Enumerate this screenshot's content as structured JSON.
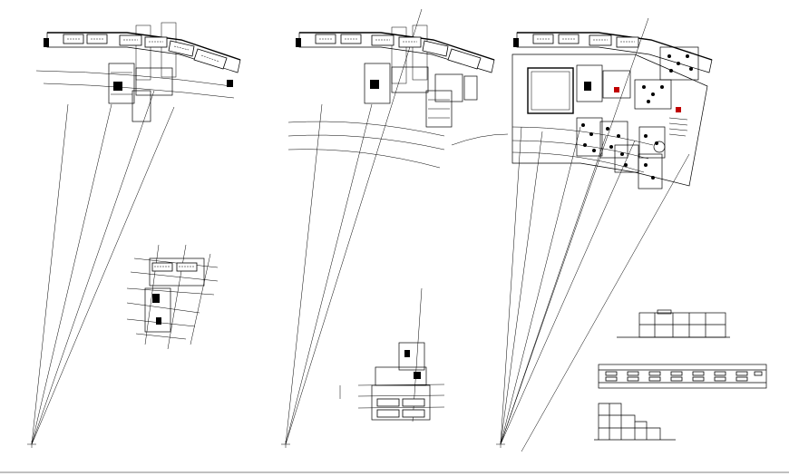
{
  "drawing": {
    "description_free": true,
    "colors": {
      "line": "#000000",
      "background": "#ffffff",
      "accent": "#c00000"
    },
    "panels": [
      {
        "id": "plan-1"
      },
      {
        "id": "plan-2"
      },
      {
        "id": "plan-3"
      }
    ],
    "views": [
      {
        "id": "section-view"
      },
      {
        "id": "elevation-view"
      },
      {
        "id": "stepped-section-view"
      }
    ]
  }
}
